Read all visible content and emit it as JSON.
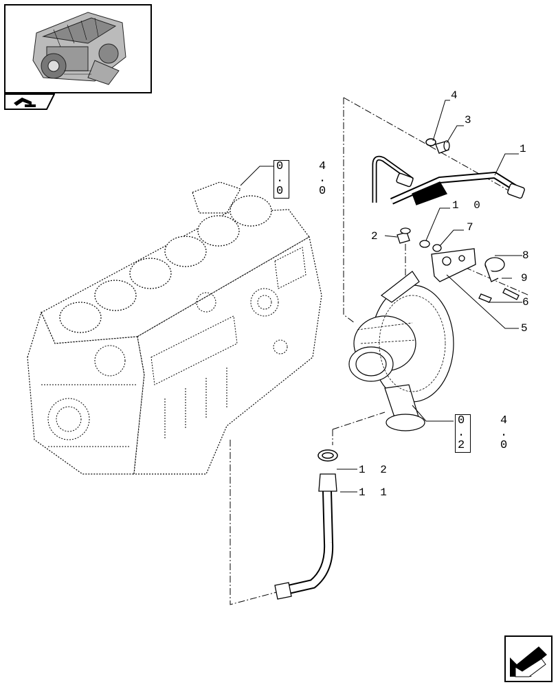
{
  "header": {
    "thumbnail_icon": "engine-thumbnail",
    "nav_icon": "back-arrow-icon"
  },
  "references": {
    "block": {
      "boxed": "0 . 0",
      "tail": "4 . 0"
    },
    "turbo": {
      "boxed": "0 . 2",
      "tail": "4 . 0"
    }
  },
  "callouts": {
    "c1": "1",
    "c2": "2",
    "c3": "3",
    "c4": "4",
    "c5": "5",
    "c6": "6",
    "c7": "7",
    "c8": "8",
    "c9": "9",
    "c10": "1 0",
    "c11": "1 1",
    "c12": "1 2"
  },
  "footer": {
    "next_icon": "next-page-arrow-icon"
  }
}
